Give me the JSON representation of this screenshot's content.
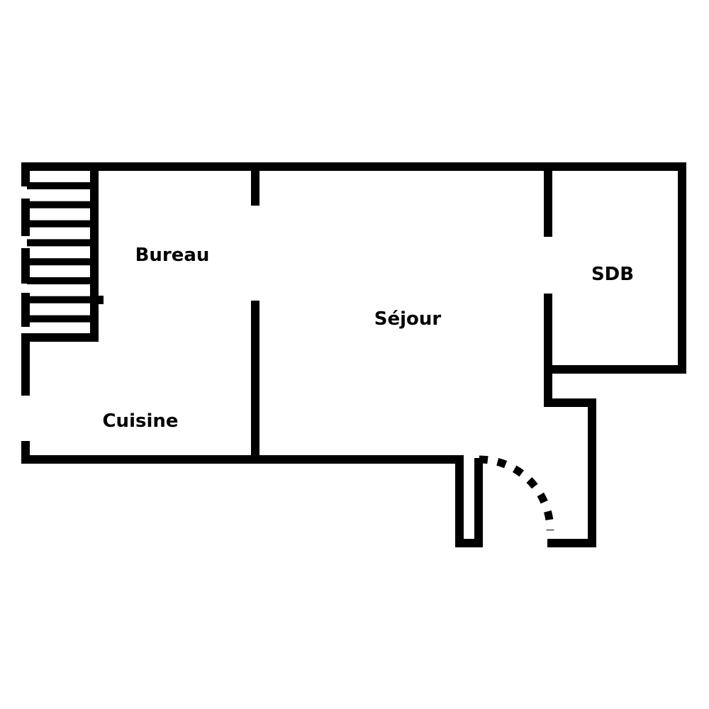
{
  "colors": {
    "wall": "#000000",
    "background": "#ffffff"
  },
  "rooms": {
    "bureau": "Bureau",
    "sejour": "Séjour",
    "sdb": "SDB",
    "cuisine": "Cuisine"
  },
  "stairs": {
    "treads": 9
  }
}
